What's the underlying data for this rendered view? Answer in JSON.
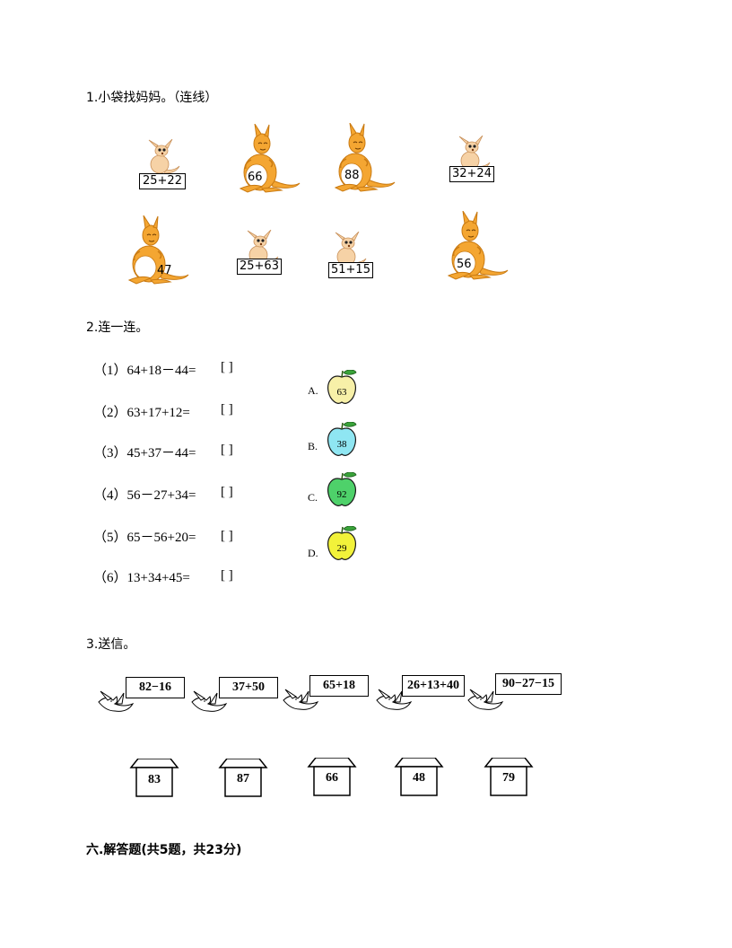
{
  "q1": {
    "title": "1.小袋找妈妈。（连线）",
    "top_row": [
      "25+22",
      "66",
      "88",
      "32+24"
    ],
    "bottom_row": [
      "47",
      "25+63",
      "51+15",
      "56"
    ]
  },
  "q2": {
    "title": "2.连一连。",
    "equations": [
      {
        "text": "（1）64+18－44=",
        "bracket": "[      ]"
      },
      {
        "text": "（2）63+17+12=",
        "bracket": "[      ]"
      },
      {
        "text": "（3）45+37－44=",
        "bracket": "[      ]"
      },
      {
        "text": "（4）56－27+34=",
        "bracket": "[      ]"
      },
      {
        "text": "（5）65－56+20=",
        "bracket": "[      ]"
      },
      {
        "text": "（6）13+34+45=",
        "bracket": "[      ]"
      }
    ],
    "options": [
      {
        "label": "A.",
        "value": "63",
        "color": "#f7f0a8"
      },
      {
        "label": "B.",
        "value": "38",
        "color": "#8fe6f2"
      },
      {
        "label": "C.",
        "value": "92",
        "color": "#4ed16a"
      },
      {
        "label": "D.",
        "value": "29",
        "color": "#f2f23a"
      }
    ]
  },
  "q3": {
    "title": "3.送信。",
    "letters": [
      "82−16",
      "37+50",
      "65+18",
      "26+13+40",
      "90−27−15"
    ],
    "houses": [
      "83",
      "87",
      "66",
      "48",
      "79"
    ]
  },
  "section": {
    "title": "六.解答题(共5题，共23分)"
  }
}
